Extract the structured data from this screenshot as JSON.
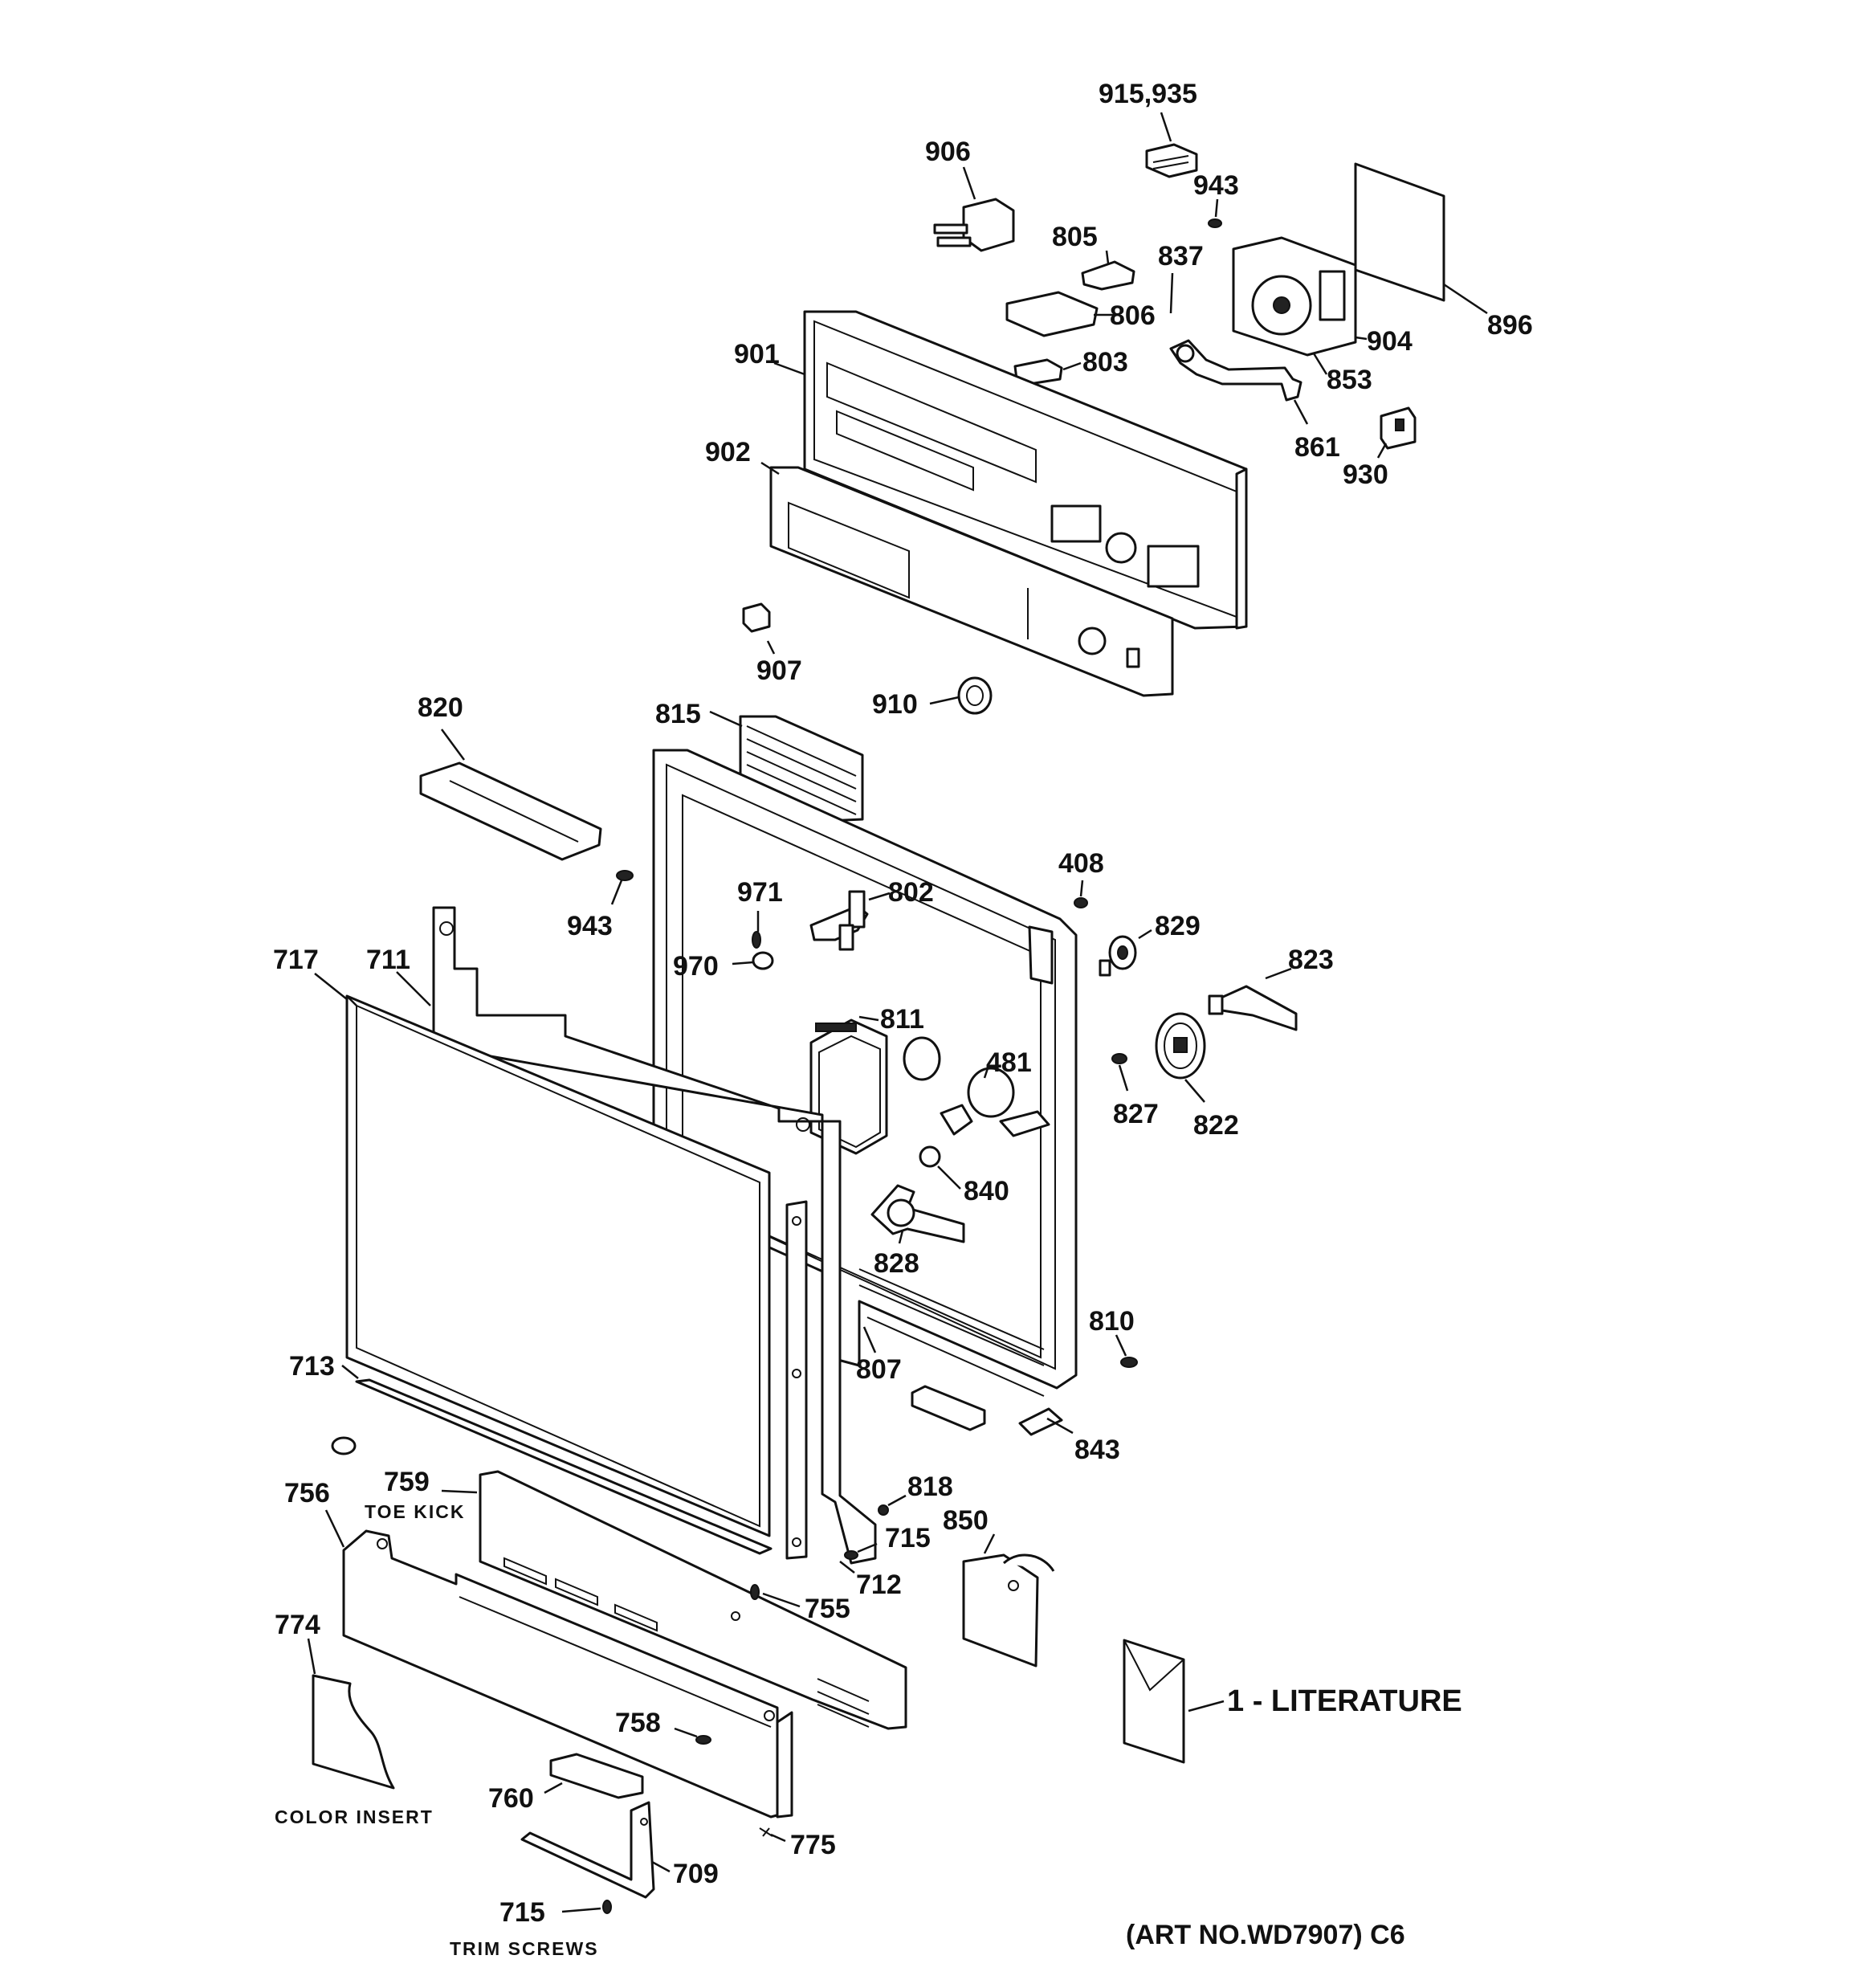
{
  "labels": {
    "p915": "915,935",
    "p906": "906",
    "p943a": "943",
    "p805": "805",
    "p837": "837",
    "p806": "806",
    "p896": "896",
    "p904": "904",
    "p901": "901",
    "p803": "803",
    "p853": "853",
    "p861": "861",
    "p930": "930",
    "p902": "902",
    "p907": "907",
    "p910": "910",
    "p820": "820",
    "p815": "815",
    "p408": "408",
    "p943b": "943",
    "p971": "971",
    "p802": "802",
    "p829": "829",
    "p717": "717",
    "p711": "711",
    "p970": "970",
    "p823": "823",
    "p811": "811",
    "p481": "481",
    "p827": "827",
    "p822": "822",
    "p840": "840",
    "p828": "828",
    "p810": "810",
    "p713": "713",
    "p807": "807",
    "p843": "843",
    "p759": "759",
    "toe_kick": "TOE KICK",
    "p818": "818",
    "p756": "756",
    "p850": "850",
    "p715a": "715",
    "p712": "712",
    "p755": "755",
    "p774": "774",
    "p758": "758",
    "literature": "1 - LITERATURE",
    "p760": "760",
    "color_insert": "COLOR INSERT",
    "p775": "775",
    "p709": "709",
    "p715b": "715",
    "trim_screws": "TRIM SCREWS",
    "art_no": "(ART NO.WD7907) C6"
  }
}
